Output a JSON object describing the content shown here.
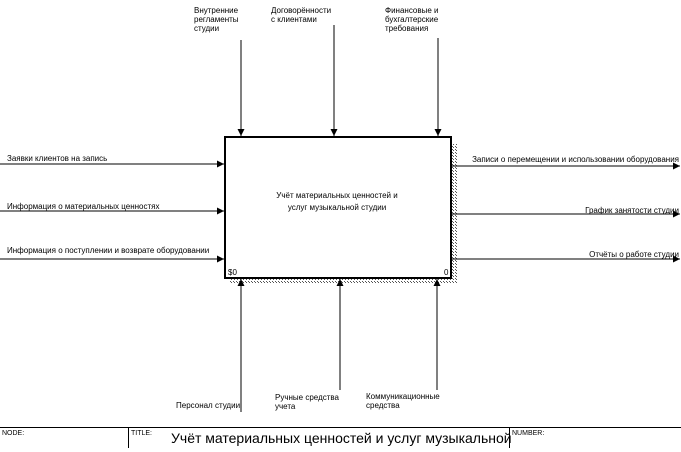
{
  "box": {
    "title": "Учёт материальных ценностей и\nуслуг музыкальной студии",
    "node": "$0",
    "number": "0"
  },
  "controls": [
    {
      "label": "Внутренние\nрегламенты\nстудии"
    },
    {
      "label": "Договорённости\nс клиентами"
    },
    {
      "label": "Финансовые и\nбухгалтерские\nтребования"
    }
  ],
  "inputs": [
    {
      "label": "Заявки клиентов на запись"
    },
    {
      "label": "Информация о материальных ценностях"
    },
    {
      "label": "Информация о поступлении и возврате оборудовании"
    }
  ],
  "outputs": [
    {
      "label": "Записи о перемещении и использовании оборудования"
    },
    {
      "label": "График занятости студии"
    },
    {
      "label": "Отчёты о работе студии"
    }
  ],
  "mechanisms": [
    {
      "label": "Персонал студии"
    },
    {
      "label": "Ручные средства\nучета"
    },
    {
      "label": "Коммуникационные\nсредства"
    }
  ],
  "footer": {
    "node_label": "NODE:",
    "title_label": "TITLE:",
    "title_value": "Учёт материальных ценностей и  услуг музыкальной",
    "number_label": "NUMBER:"
  }
}
